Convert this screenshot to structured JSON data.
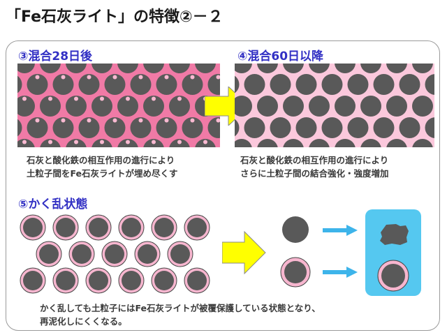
{
  "title": "「Fe石灰ライト」の特徴②－２",
  "panel3": {
    "heading": "③混合28日後",
    "caption_line1": "石灰と酸化鉄の相互作用の進行により",
    "caption_line2": "土粒子間をFe石灰ライトが埋め尽くす"
  },
  "panel4": {
    "heading": "④混合60日以降",
    "caption_line1": "石灰と酸化鉄の相互作用の進行により",
    "caption_line2": "さらに土粒子間の結合強化・強度増加"
  },
  "panel5": {
    "heading": "⑤かく乱状態",
    "caption_line1": "かく乱しても土粒子にはFe石灰ライトが被覆保護している状態となり、",
    "caption_line2": "再泥化しにくくなる。"
  },
  "colors": {
    "heading": "#3230c4",
    "particle": "#595959",
    "pink_dense": "#f07aa6",
    "pink_light": "#fbc8dc",
    "arrow_yellow": "#ffff00",
    "arrow_blue": "#3db4ea",
    "water": "#55c8f0"
  }
}
